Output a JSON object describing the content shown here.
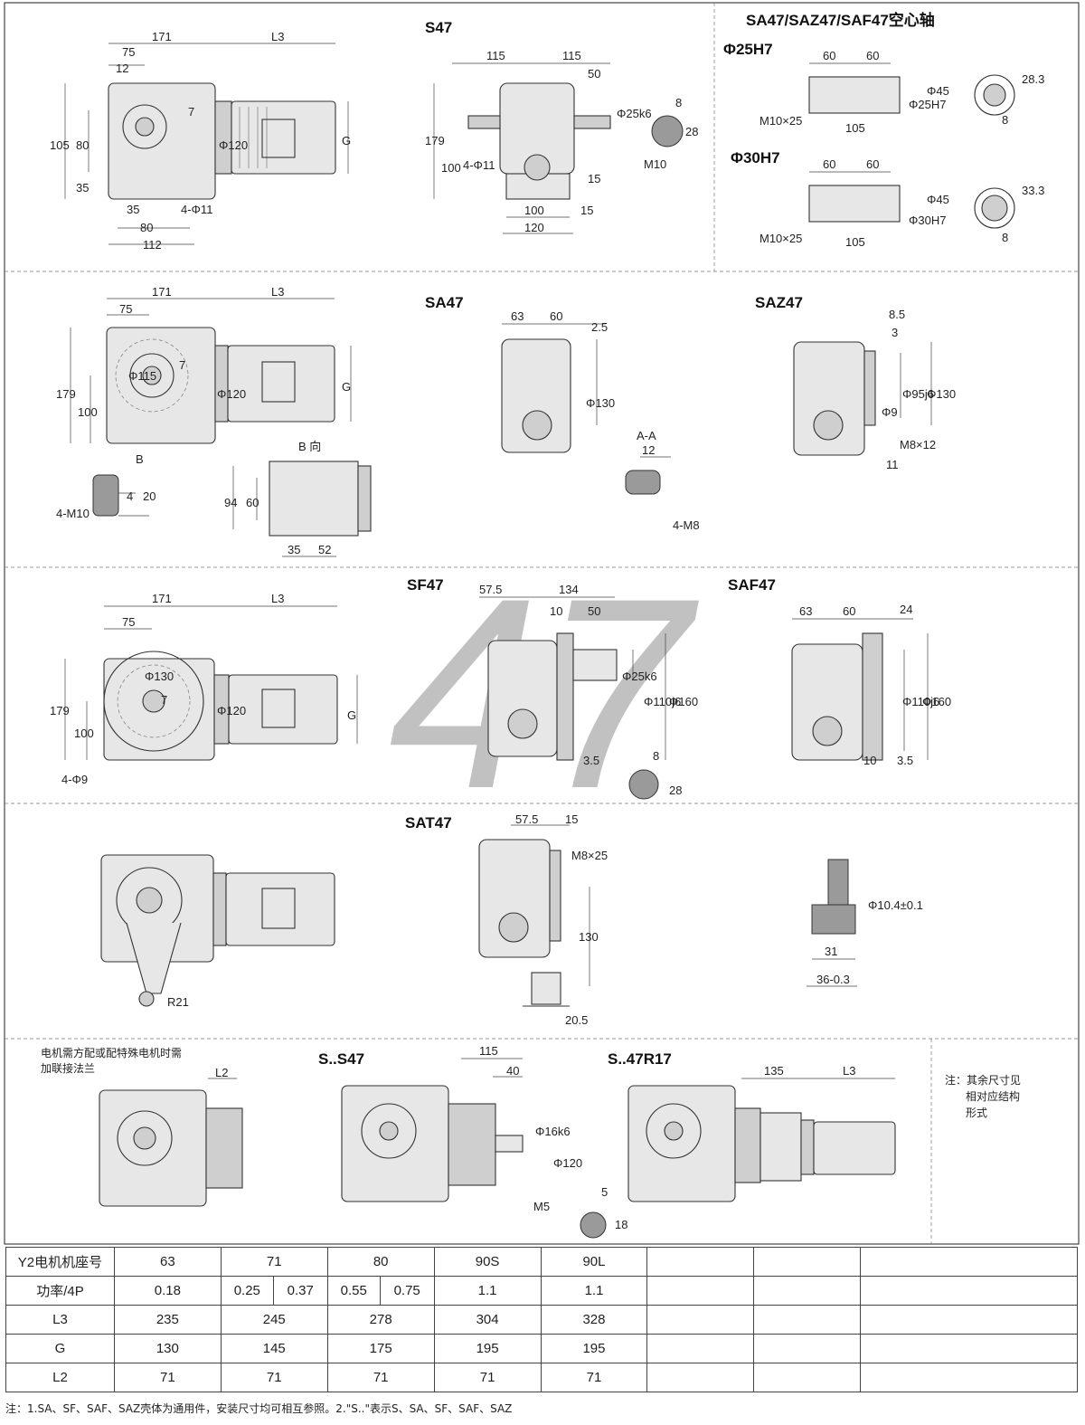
{
  "titles": {
    "s47": "S47",
    "hollow": "SA47/SAZ47/SAF47空心轴",
    "phi25": "Φ25H7",
    "phi30": "Φ30H7",
    "sa47": "SA47",
    "saz47": "SAZ47",
    "sf47": "SF47",
    "saf47": "SAF47",
    "sat47": "SAT47",
    "ss47": "S..S47",
    "sr17": "S..47R17"
  },
  "watermark": "47",
  "notes": {
    "flange_line1": "电机需方配或配特殊电机时需",
    "flange_line2": "加联接法兰",
    "side_line1": "注：其余尺寸见",
    "side_line2": "相对应结构",
    "side_line3": "形式",
    "b_view": "B 向",
    "b_label": "B",
    "a_section": "A-A"
  },
  "dims": {
    "d171": "171",
    "dL3": "L3",
    "d75": "75",
    "d12": "12",
    "d105": "105",
    "d80": "80",
    "d35": "35",
    "dG": "G",
    "d7": "7",
    "dphi120": "Φ120",
    "d4phi11": "4-Φ11",
    "d112": "112",
    "d115": "115",
    "d50": "50",
    "d179": "179",
    "d100": "100",
    "dphi25k6": "Φ25k6",
    "dM10": "M10",
    "d15": "15",
    "d120": "120",
    "d8": "8",
    "d28": "28",
    "d60": "60",
    "d28_3": "28.3",
    "d33_3": "33.3",
    "dM10x25": "M10×25",
    "dphi25H7": "Φ25H7",
    "dphi30H7": "Φ30H7",
    "dphi45": "Φ45",
    "d63": "63",
    "d2_5": "2.5",
    "dphi130": "Φ130",
    "dphi115": "Φ115",
    "d8_5": "8.5",
    "d3": "3",
    "dphi95j6": "Φ95j6",
    "dphi9": "Φ9",
    "dM8x12": "M8×12",
    "d11": "11",
    "d94": "94",
    "d52": "52",
    "d4": "4",
    "d20": "20",
    "d4M10": "4-M10",
    "d4M8": "4-M8",
    "d57_5": "57.5",
    "d134": "134",
    "d10": "10",
    "dphi110j6": "Φ110j6",
    "dphi160": "Φ160",
    "d3_5": "3.5",
    "d24": "24",
    "d4phi9": "4-Φ9",
    "dphi130b": "Φ130",
    "dM8x25": "M8×25",
    "d130": "130",
    "d20_5": "20.5",
    "dR21": "R21",
    "dphi10_4": "Φ10.4±0.1",
    "d31": "31",
    "d36": "36-0.3",
    "dL2": "L2",
    "d40": "40",
    "dphi16k6": "Φ16k6",
    "dM5": "M5",
    "d5": "5",
    "d18": "18",
    "d135": "135"
  },
  "table": {
    "rows": [
      {
        "label": "Y2电机机座号",
        "cells": [
          "63",
          "71",
          "80",
          "90S",
          "90L"
        ]
      },
      {
        "label": "功率/4P",
        "cells": [
          "0.18",
          "0.25",
          "0.37",
          "0.55",
          "0.75",
          "1.1",
          "1.1"
        ]
      },
      {
        "label": "L3",
        "cells": [
          "235",
          "245",
          "278",
          "304",
          "328"
        ]
      },
      {
        "label": "G",
        "cells": [
          "130",
          "145",
          "175",
          "195",
          "195"
        ]
      },
      {
        "label": "L2",
        "cells": [
          "71",
          "71",
          "71",
          "71",
          "71"
        ]
      }
    ]
  },
  "footnote": "注：1.SA、SF、SAF、SAZ壳体为通用件，安装尺寸均可相互参照。2.\"S..\"表示S、SA、SF、SAF、SAZ"
}
